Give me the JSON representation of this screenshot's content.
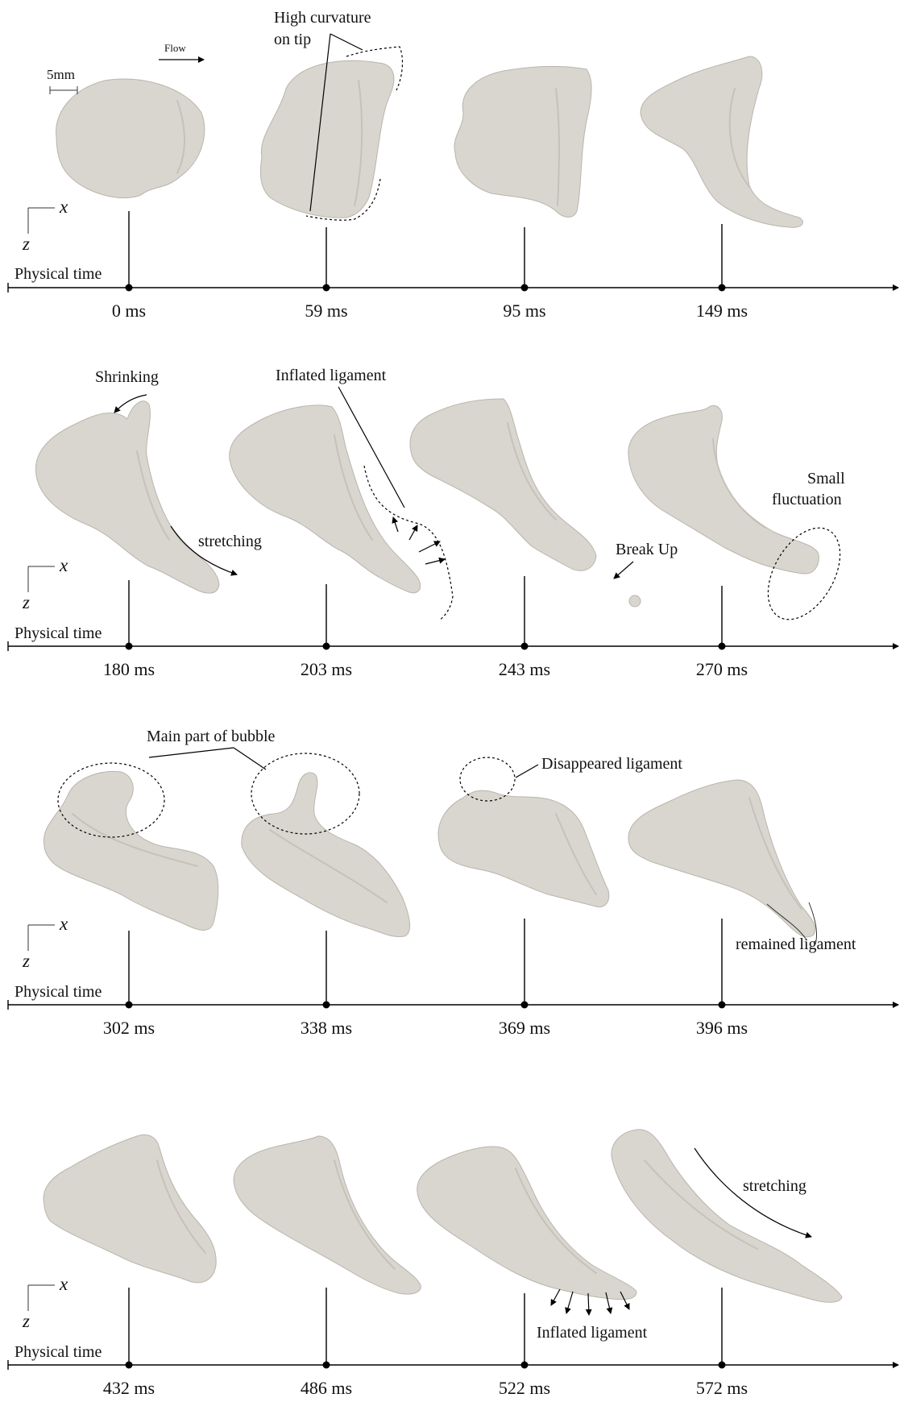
{
  "rows": [
    {
      "times": [
        "0 ms",
        "59 ms",
        "95 ms",
        "149 ms"
      ]
    },
    {
      "times": [
        "180 ms",
        "203 ms",
        "243 ms",
        "270 ms"
      ]
    },
    {
      "times": [
        "302 ms",
        "338 ms",
        "369 ms",
        "396 ms"
      ]
    },
    {
      "times": [
        "432 ms",
        "486 ms",
        "522 ms",
        "572 ms"
      ]
    }
  ],
  "axis": {
    "time_label": "Physical time",
    "x_label": "x",
    "z_label": "z"
  },
  "scale_bar": "5mm",
  "flow_label": "Flow",
  "annotations": {
    "high_curvature": "High curvature",
    "on_tip": "on tip",
    "shrinking": "Shrinking",
    "stretching_row2": "stretching",
    "inflated_ligament_row2": "Inflated ligament",
    "break_up": "Break Up",
    "small": "Small",
    "fluctuation": "fluctuation",
    "main_part": "Main part of bubble",
    "disappeared": "Disappeared ligament",
    "remained": "remained ligament",
    "stretching_row4": "stretching",
    "inflated_ligament_row4": "Inflated ligament"
  },
  "colors": {
    "bubble": "#d9d6cf",
    "bubble_edge": "#b9b5ad",
    "ink": "#000000"
  }
}
